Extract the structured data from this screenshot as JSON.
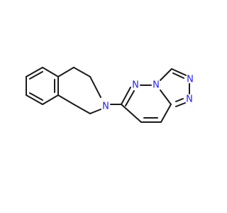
{
  "molecule": {
    "atoms": [
      {
        "id": "n_thiq",
        "label": "N",
        "color": "#2020ff"
      },
      {
        "id": "n_pyd1",
        "label": "N",
        "color": "#2020ff"
      },
      {
        "id": "n_fuse",
        "label": "N",
        "color": "#2020ff"
      },
      {
        "id": "n_tri1",
        "label": "N",
        "color": "#2020ff"
      },
      {
        "id": "n_tri2",
        "label": "N",
        "color": "#2020ff"
      }
    ],
    "bond_color": "#1a1a1a"
  }
}
